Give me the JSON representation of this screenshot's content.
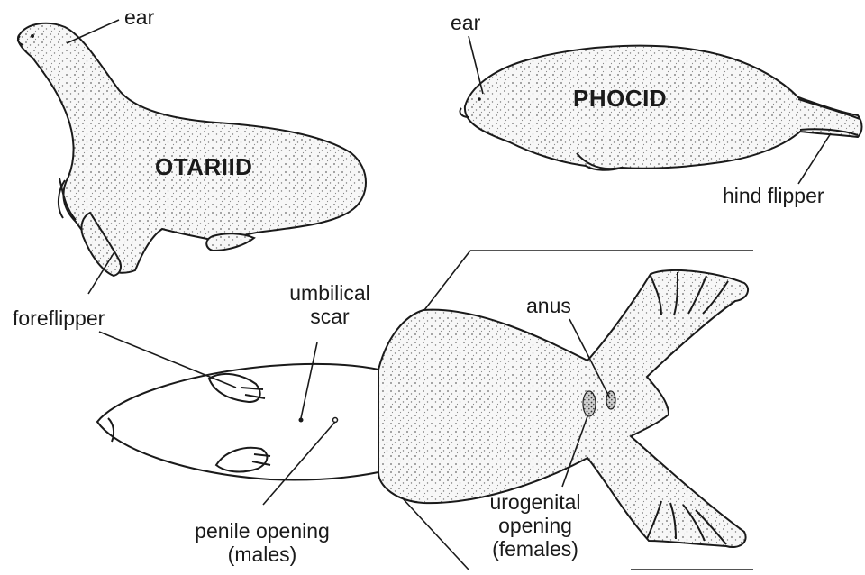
{
  "labels": {
    "otariid": "OTARIID",
    "phocid": "PHOCID",
    "ear_otariid": "ear",
    "ear_phocid": "ear",
    "hind_flipper": "hind flipper",
    "foreflipper": "foreflipper",
    "umbilical_scar_line1": "umbilical",
    "umbilical_scar_line2": "scar",
    "anus": "anus",
    "penile_opening_line1": "penile opening",
    "penile_opening_line2": "(males)",
    "urogenital_line1": "urogenital",
    "urogenital_line2": "opening",
    "urogenital_line3": "(females)"
  }
}
